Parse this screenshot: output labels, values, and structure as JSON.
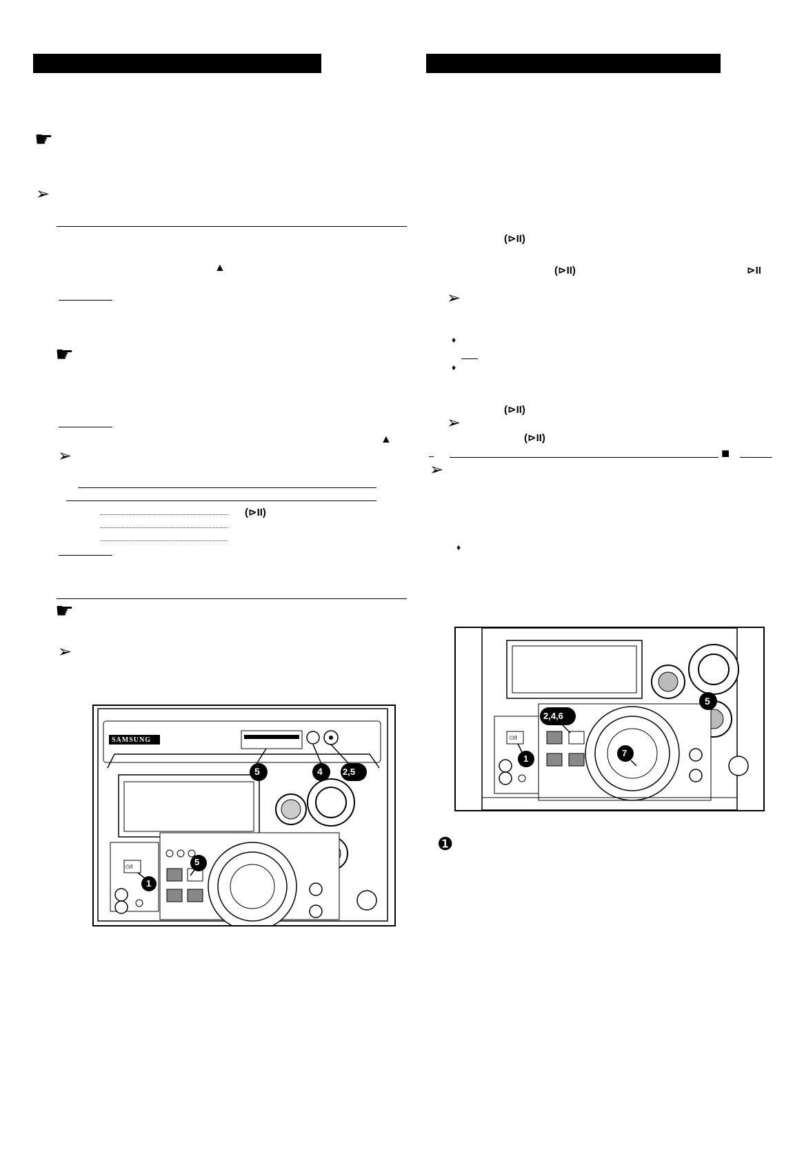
{
  "left_column": {
    "pointer_symbol": "☛",
    "tip_symbol": "➢",
    "play_pause_label": "(⊳II)",
    "eject_symbol": "▲",
    "illustration": {
      "brand": "SAMSUNG",
      "power_button": "⏻/I",
      "callouts": [
        "5",
        "4",
        "2,5",
        "5",
        "1"
      ]
    }
  },
  "right_column": {
    "tip_symbol": "➢",
    "play_pause_label": "(⊳II)",
    "play_pause_symbol": "⊳II",
    "bullet": "♦",
    "stop_symbol": "■",
    "info_symbol": "❶",
    "illustration": {
      "power_button": "⏻/I",
      "callouts": [
        "5",
        "2,4,6",
        "7",
        "1"
      ]
    }
  }
}
